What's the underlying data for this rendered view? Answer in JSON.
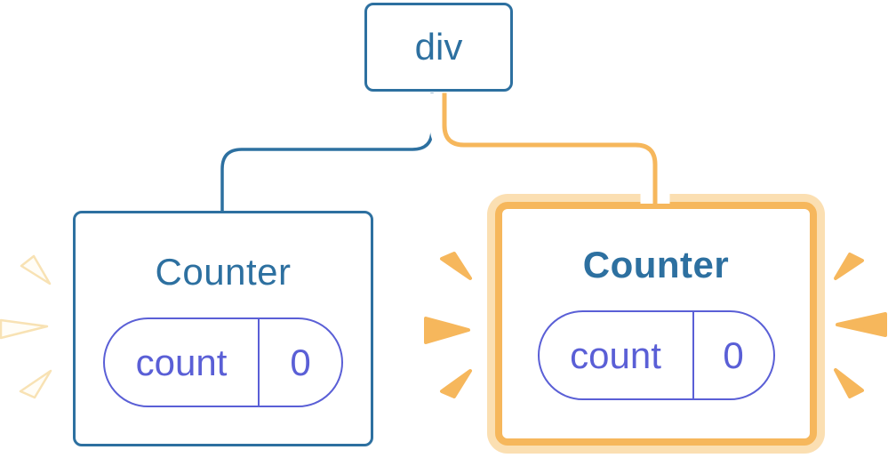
{
  "diagram": {
    "description_visible_text_only": "",
    "tree": {
      "root": {
        "label": "div"
      },
      "children": [
        {
          "label": "Counter",
          "state_key": "count",
          "state_value": "0",
          "highlighted": false
        },
        {
          "label": "Counter",
          "state_key": "count",
          "state_value": "0",
          "highlighted": true
        }
      ]
    }
  },
  "colors": {
    "blue": "#2d70a0",
    "purple": "#5a5fd6",
    "orange": "#f6b75c",
    "orange_light": "#fbdfb2",
    "spark_white": "#fffdf7",
    "background": "#ffffff"
  }
}
